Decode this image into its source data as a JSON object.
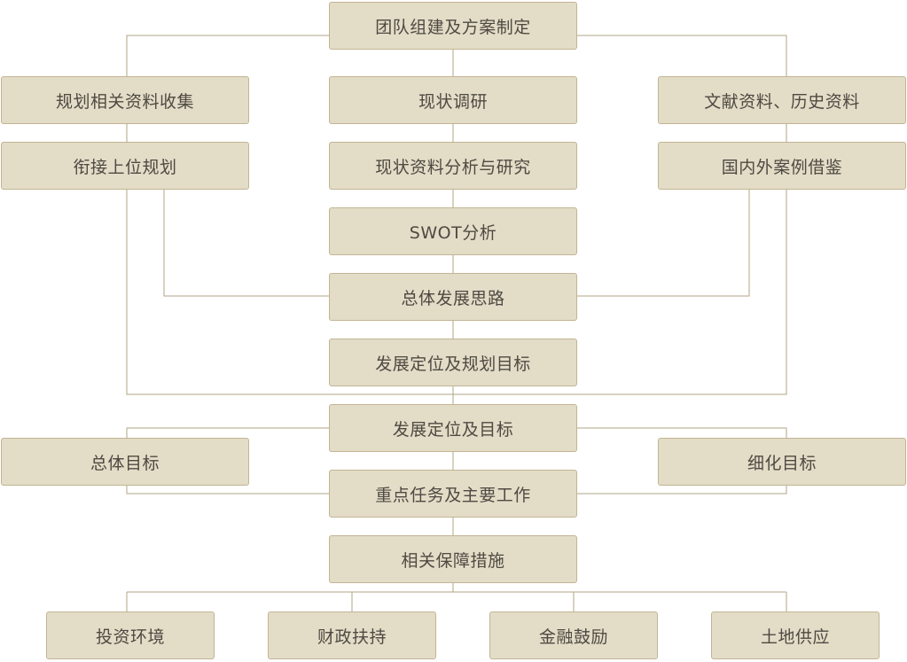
{
  "nodes": {
    "team": "团队组建及方案制定",
    "collect": "规划相关资料收集",
    "survey": "现状调研",
    "docs": "文献资料、历史资料",
    "upper": "衔接上位规划",
    "analysis": "现状资料分析与研究",
    "cases": "国内外案例借鉴",
    "swot": "SWOT分析",
    "idea": "总体发展思路",
    "posplan": "发展定位及规划目标",
    "posgoal": "发展定位及目标",
    "overall": "总体目标",
    "detail": "细化目标",
    "tasks": "重点任务及主要工作",
    "measures": "相关保障措施",
    "invest": "投资环境",
    "finance": "财政扶持",
    "banking": "金融鼓励",
    "land": "土地供应"
  },
  "colors": {
    "box_fill": "#e3dcc7",
    "box_border": "#c2b594",
    "line": "#b2a584",
    "text": "#4e4a42"
  }
}
